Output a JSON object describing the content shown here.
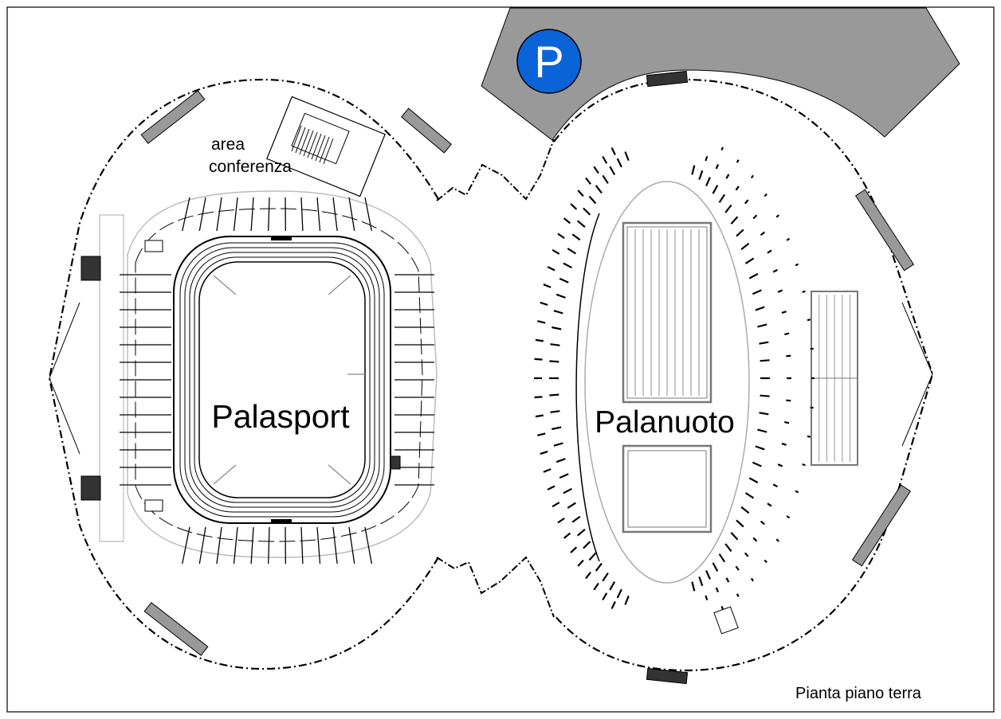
{
  "labels": {
    "parking": "P",
    "conference_line1": "area",
    "conference_line2": "conferenza",
    "palasport": "Palasport",
    "palanuoto": "Palanuoto",
    "plan_title": "Pianta piano terra"
  },
  "colors": {
    "parking_area": "#999999",
    "parking_sign": "#0b63d8",
    "stand_fill": "#999999",
    "line": "#000000",
    "light_line": "#bbbbbb"
  }
}
